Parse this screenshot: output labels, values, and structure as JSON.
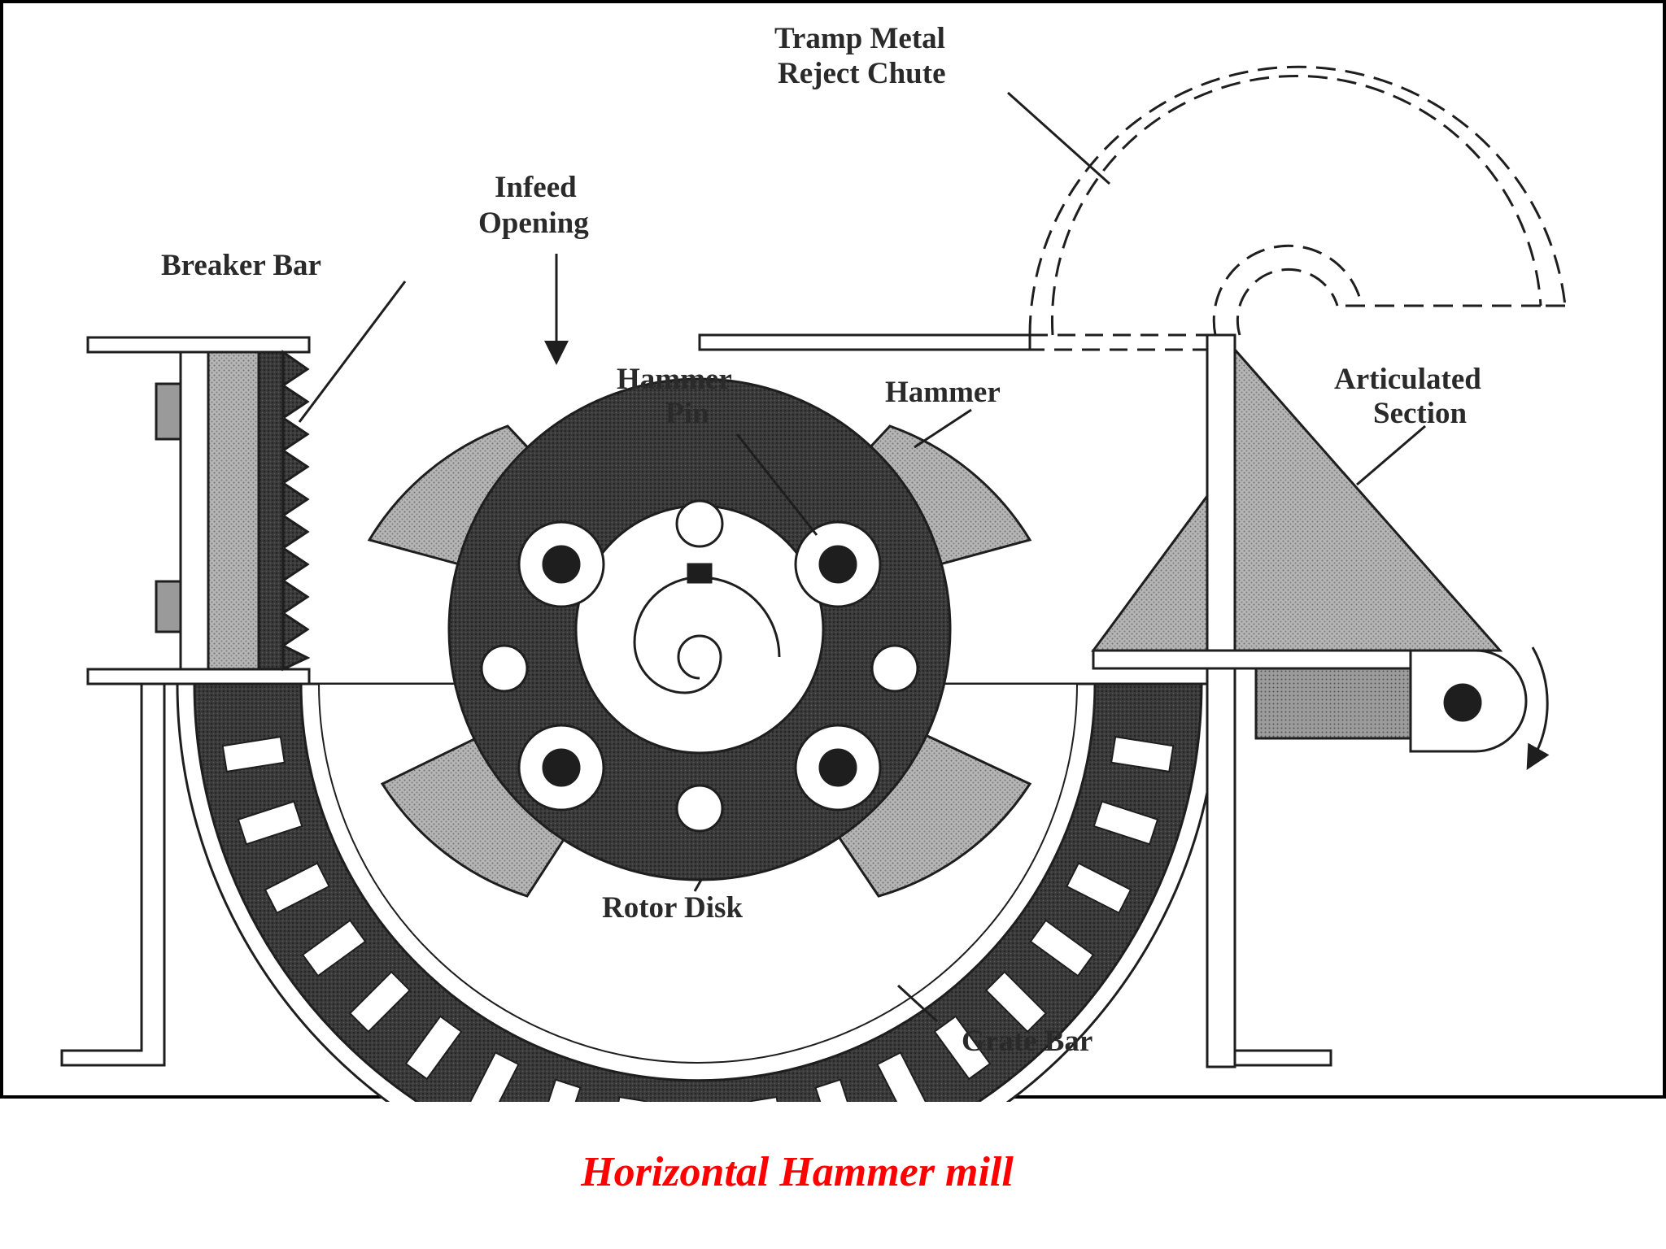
{
  "labels": {
    "tramp_metal_line1": "Tramp Metal",
    "tramp_metal_line2": "Reject Chute",
    "infeed_line1": "Infeed",
    "infeed_line2": "Opening",
    "breaker_bar": "Breaker Bar",
    "hammer_pin_line1": "Hammer",
    "hammer_pin_line2": "Pin",
    "hammer": "Hammer",
    "articulated_line1": "Articulated",
    "articulated_line2": "Section",
    "rotor_disk": "Rotor Disk",
    "grate_bar": "Grate Bar"
  },
  "caption": {
    "text": "Horizontal Hammer mill",
    "color": "#ff0000"
  },
  "colors": {
    "ink": "#1e1e1e",
    "dark_fill": "#2b2b2b",
    "light_fill": "#a9a9a9",
    "medium_fill": "#8c8c8c"
  }
}
